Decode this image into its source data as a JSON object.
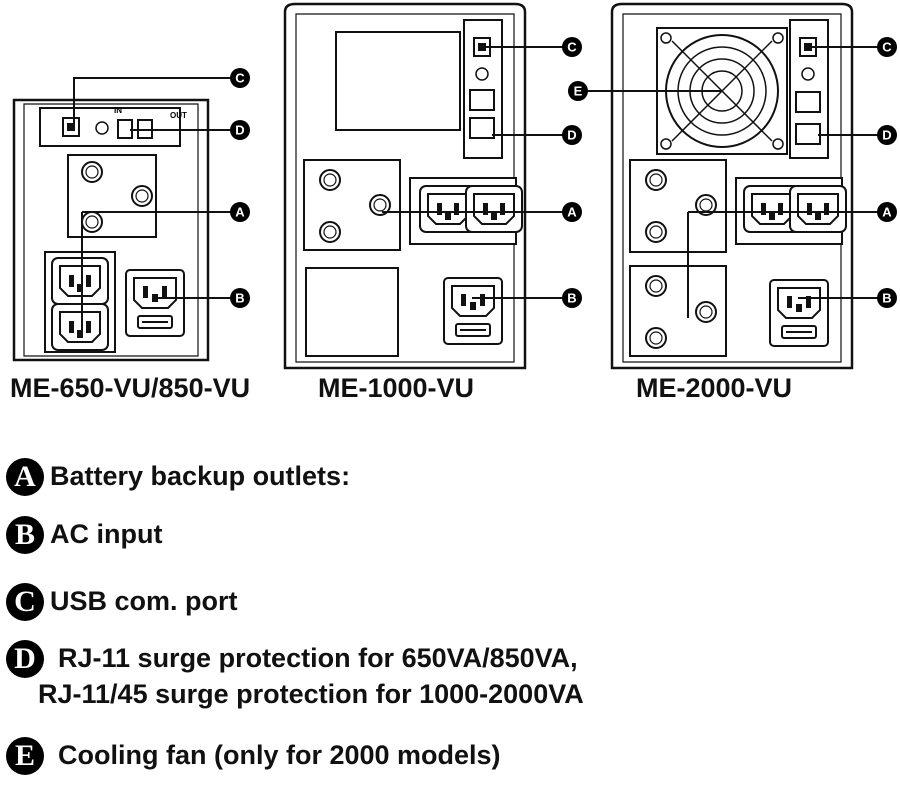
{
  "models": [
    {
      "id": "m1",
      "label": "ME-650-VU/850-VU"
    },
    {
      "id": "m2",
      "label": "ME-1000-VU"
    },
    {
      "id": "m3",
      "label": "ME-2000-VU"
    }
  ],
  "panel_text": {
    "out": "OUT",
    "in": "IN"
  },
  "callout_letters": {
    "a": "A",
    "b": "B",
    "c": "C",
    "d": "D",
    "e": "E"
  },
  "legend": [
    {
      "letter": "A",
      "text": "Battery backup outlets:"
    },
    {
      "letter": "B",
      "text": "AC input"
    },
    {
      "letter": "C",
      "text": "USB com. port"
    },
    {
      "letter": "D",
      "text": "RJ-11 surge protection for 650VA/850VA,",
      "text2": "RJ-11/45 surge protection for 1000-2000VA"
    },
    {
      "letter": "E",
      "text": "Cooling fan (only for 2000 models)"
    }
  ],
  "colors": {
    "line": "#111111",
    "panel": "#ffffff",
    "callout": "#000000"
  }
}
